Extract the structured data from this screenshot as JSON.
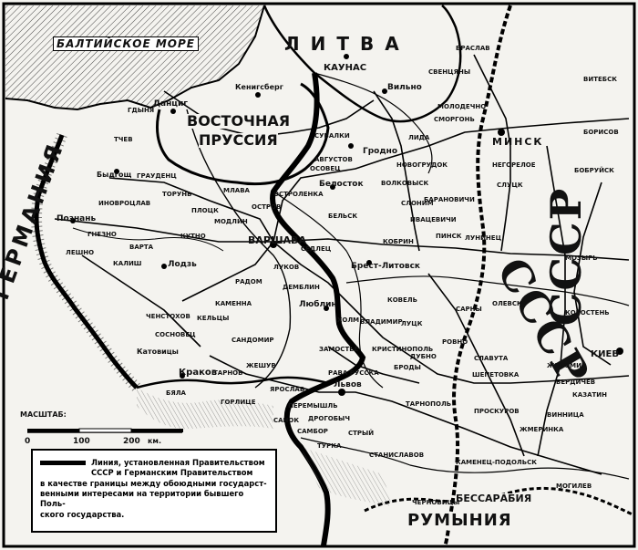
{
  "map": {
    "sea_label": "БАЛТИЙСКОЕ МОРЕ",
    "regions": {
      "germany": "ГЕРМАНИЯ",
      "lithuania": "ЛИТВА",
      "east_prussia_1": "ВОСТОЧНАЯ",
      "east_prussia_2": "ПРУССИЯ",
      "ussr_vertical": "СССР",
      "ussr_diagonal": "СССР",
      "romania": "РУМЫНИЯ",
      "bessarabia": "БЕССАРАБИЯ"
    },
    "cities": {
      "danzig": "Данциг",
      "konigsberg": "Кенигсберг",
      "kaunas": "КАУНАС",
      "vilno": "Вильно",
      "braslav": "БРАСЛАВ",
      "sventsiany": "СВЕНЦЯНЫ",
      "smorgon": "СМОРГОНЬ",
      "molodechno": "МОЛОДЕЧНО",
      "minsk": "МИНСК",
      "vitebsk": "ВИТЕБСК",
      "borisov": "БОРИСОВ",
      "negoreloe": "НЕГОРЕЛОЕ",
      "slutsk": "СЛУЦК",
      "bobruysk": "БОБРУЙСК",
      "suvalki": "СУВАЛКИ",
      "avgustov": "АВГУСТОВ",
      "osovets": "ОСОВЕЦ",
      "grodno": "Гродно",
      "lida": "ЛИДА",
      "novogrudok": "НОВОГРУДОК",
      "volkovysk": "ВОЛКОВЫСК",
      "baranovichi": "БАРАНОВИЧИ",
      "slonim": "СЛОНИМ",
      "ivatsevichi": "ИВАЦЕВИЧИ",
      "pinsk": "ПИНСК",
      "luninets": "ЛУНИНЕЦ",
      "kobrin": "КОБРИН",
      "bialystok": "Белосток",
      "bielsk": "БЕЛЬСК",
      "ostrolenka": "ОСТРОЛЕНКА",
      "mlava": "МЛАВА",
      "chenstokhov_top": "ГРАУДЕНЦ",
      "bydgoszcz": "Быдгощ",
      "torun": "ТОРУНЬ",
      "inovrotslav": "ИНОВРОЦЛАВ",
      "poznan": "Познань",
      "leshno": "ЛЕШНО",
      "kalish": "КАЛИШ",
      "kutno": "КУТНО",
      "modlin": "МОДЛИН",
      "warsaw": "ВАРШАВА",
      "lodz": "Лодзь",
      "siedlce": "СЕДЛЕЦ",
      "brest": "Брест-Литовск",
      "lukov": "ЛУКОВ",
      "radom": "РАДОМ",
      "lublin": "Люблин",
      "demblin": "ДЕМБЛИН",
      "kholm": "ХОЛМ",
      "kovel": "КОВЕЛЬ",
      "sarny": "САРНЫ",
      "olevsk": "ОЛЕВСК",
      "mozyr": "МОЗЫРЬ",
      "korosten": "КОРОСТЕНЬ",
      "kiev": "КИЕВ",
      "vladimir": "ВЛАДИМИР",
      "lutsk": "ЛУЦК",
      "rovno": "РОВНО",
      "dubno": "ДУБНО",
      "brody": "БРОДЫ",
      "zamostye": "ЗАМОСТЬЕ",
      "krystynopol": "КРИСТИНОПОЛЬ",
      "rava_russka": "РАВА РУССКА",
      "lvov": "Львов",
      "tarnopol": "ТАРНОПОЛЬ",
      "shepetovka": "ШЕПЕТОВКА",
      "slavuta": "СЛАВУТА",
      "zhitomir": "ЖИТОМИР",
      "berdichev": "БЕРДИЧЕВ",
      "kazatin": "КАЗАТИН",
      "proskurov": "ПРОСКУРОВ",
      "vinnitsa": "ВИННИЦА",
      "zhmerinka": "ЖМЕРИНКА",
      "kamenets": "КАМЕНЕЦ-ПОДОЛЬСК",
      "stanislavov": "СТАНИСЛАВОВ",
      "stryi": "СТРЫЙ",
      "drogobych": "ДРОГОБЫЧ",
      "sambor": "САМБОР",
      "przemysl": "ПЕРЕМЫШЛЬ",
      "sanok": "САНОК",
      "turka": "ТУРКА",
      "krakow": "Краков",
      "katowice": "Катовицы",
      "chenstokhov": "ЧЕНСТОХОВ",
      "kielce": "КЕЛЬЦЫ",
      "sandomir": "САНДОМИР",
      "kamenna": "КАМЕННА",
      "yaroslav": "ЯРОСЛАВ",
      "bila": "БЯЛА",
      "chernovitsy": "ЧЕРНОВИЦЫ",
      "mogilev": "МОГИЛЕВ",
      "ostrov": "ОСТРОВ",
      "varta": "ВАРТА",
      "gdynia": "ГДЫНЯ",
      "tchew": "ТЧЕВ",
      "plotsk": "ПЛОЦК",
      "gnezno": "ГНЕЗНО",
      "sosnovets": "СОСНОВЕЦ",
      "tarnov": "ТАРНОВ",
      "rzeszow": "ЖЕШУВ",
      "gorlitse": "ГОРЛИЦЕ"
    }
  },
  "scale": {
    "title": "МАСШТАБ:",
    "ticks": [
      "0",
      "100",
      "200",
      "км."
    ]
  },
  "legend": {
    "line_1": "Линия, установленная Правительством",
    "line_2": "СССР и Германским Правительством",
    "line_3": "в качестве границы между обоюдными государст-",
    "line_4": "венными интересами на территории бывшего Поль-",
    "line_5": "ского государства."
  },
  "colors": {
    "ink": "#111111",
    "paper": "#f4f3ef"
  }
}
